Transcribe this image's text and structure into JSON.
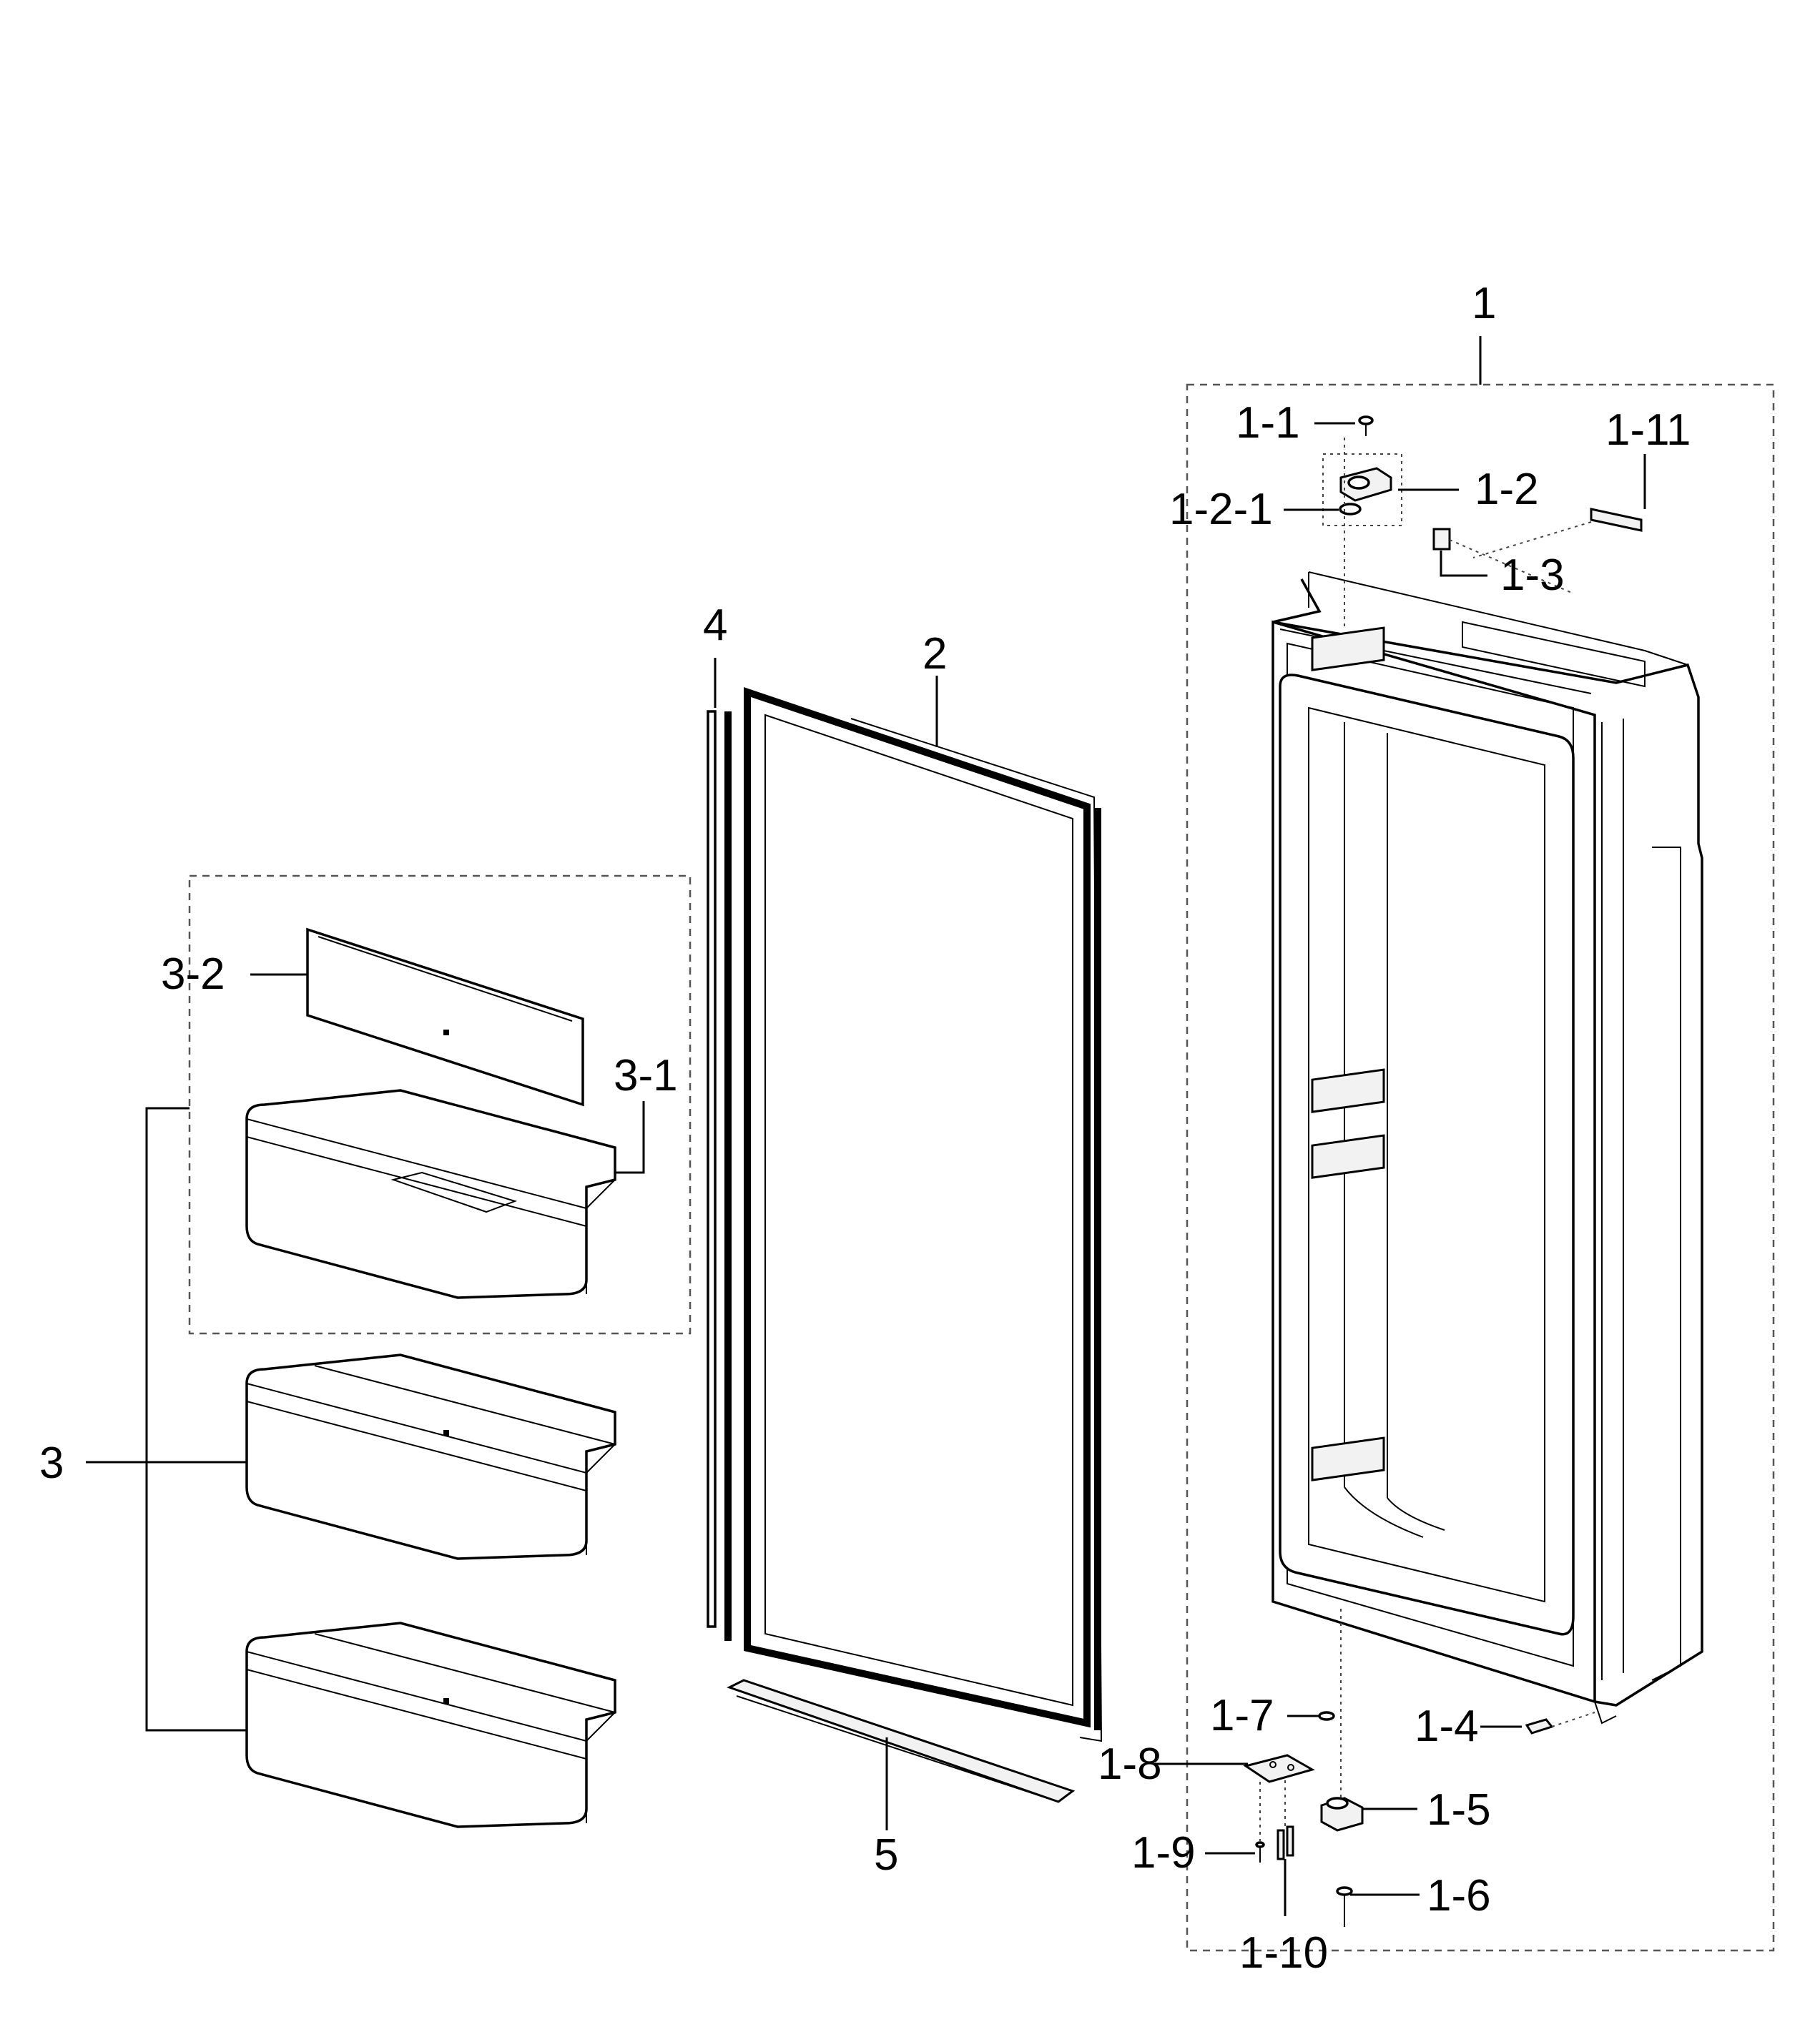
{
  "labels": {
    "p1": "1",
    "p1_1": "1-1",
    "p1_2": "1-2",
    "p1_2_1": "1-2-1",
    "p1_3": "1-3",
    "p1_4": "1-4",
    "p1_5": "1-5",
    "p1_6": "1-6",
    "p1_7": "1-7",
    "p1_8": "1-8",
    "p1_9": "1-9",
    "p1_10": "1-10",
    "p1_11": "1-11",
    "p2": "2",
    "p3": "3",
    "p3_1": "3-1",
    "p3_2": "3-2",
    "p4": "4",
    "p5": "5"
  }
}
